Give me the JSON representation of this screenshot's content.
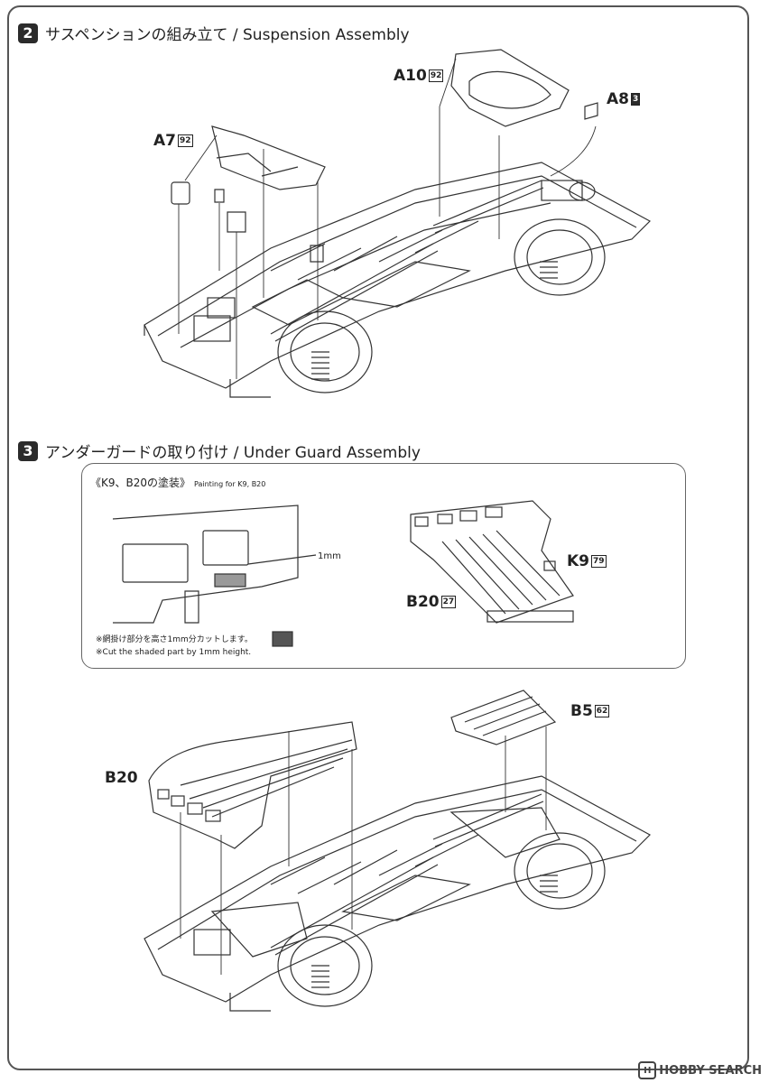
{
  "step2": {
    "number": "2",
    "title": "サスペンションの組み立て / Suspension Assembly",
    "parts": [
      {
        "label": "A7",
        "badge": "92"
      },
      {
        "label": "A10",
        "badge": "92"
      },
      {
        "label": "A8",
        "badge": "3"
      }
    ]
  },
  "step3": {
    "number": "3",
    "title": "アンダーガードの取り付け / Under Guard Assembly",
    "inset": {
      "title": "《K9、B20の塗装》",
      "title_en": "Painting for K9, B20",
      "mm": "1mm",
      "note_jp": "※網掛け部分を高さ1mm分カットします。",
      "note_en": "※Cut the shaded part by 1mm height.",
      "parts": [
        {
          "label": "K9",
          "badge": "79"
        },
        {
          "label": "B20",
          "badge": "27"
        }
      ]
    },
    "parts": [
      {
        "label": "B5",
        "badge": "62"
      },
      {
        "label": "B20",
        "badge": ""
      }
    ]
  },
  "watermark": {
    "icon": "H",
    "text": "HOBBY SEARCH"
  }
}
